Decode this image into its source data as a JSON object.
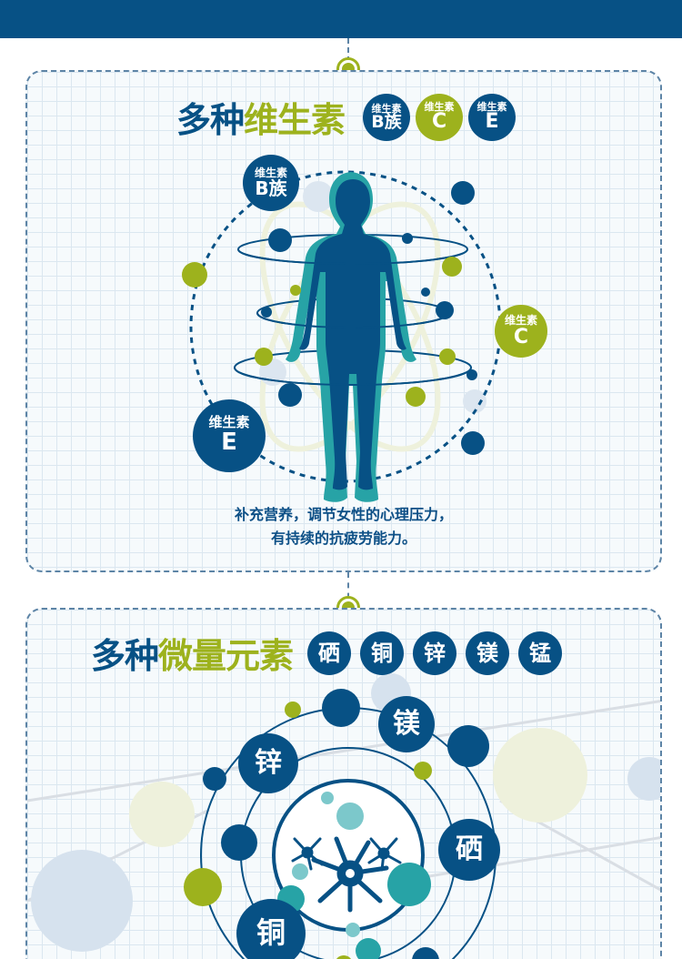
{
  "header": {
    "color": "#075185"
  },
  "colors": {
    "blue": "#075185",
    "green": "#9db21d",
    "teal": "#27a3a6",
    "light_teal": "#7cc8cb",
    "pale_blue": "#d6e2ee",
    "pale_green": "#eef1dc"
  },
  "section_vitamins": {
    "title_part1": "多种",
    "title_part2": "维生素",
    "badges": [
      {
        "top": "维生素",
        "bottom": "B族",
        "color": "blue"
      },
      {
        "top": "维生素",
        "bottom": "C",
        "color": "green"
      },
      {
        "top": "维生素",
        "bottom": "E",
        "color": "blue"
      }
    ],
    "diagram_labels": [
      {
        "top": "维生素",
        "bottom": "B族"
      },
      {
        "top": "维生素",
        "bottom": "C"
      },
      {
        "top": "维生素",
        "bottom": "E"
      }
    ],
    "caption_line1": "补充营养，调节女性的心理压力，",
    "caption_line2": "有持续的抗疲劳能力。"
  },
  "section_minerals": {
    "title_part1": "多种",
    "title_part2": "微量元素",
    "elements": [
      "硒",
      "铜",
      "锌",
      "镁",
      "锰"
    ],
    "diagram_labels": {
      "mg": "镁",
      "zn": "锌",
      "se": "硒",
      "cu": "铜"
    }
  }
}
